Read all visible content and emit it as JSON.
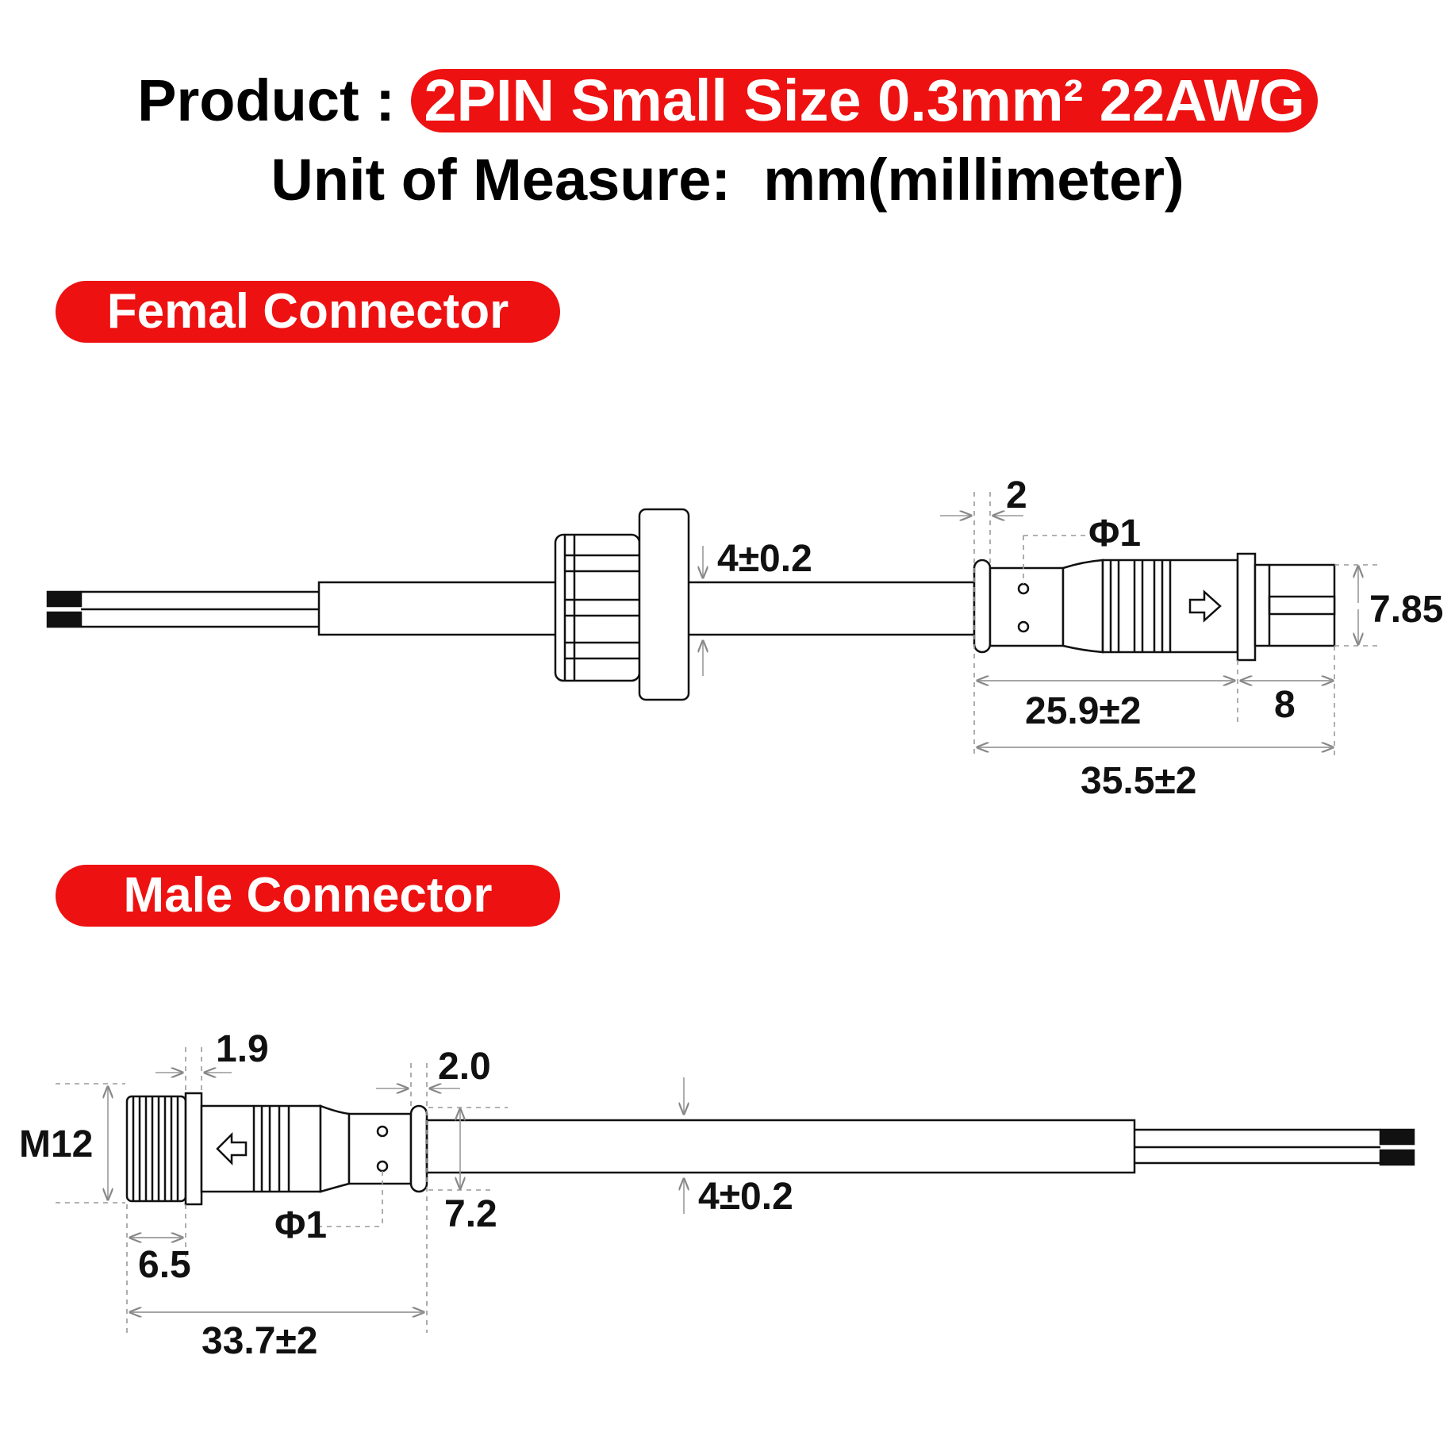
{
  "header": {
    "product_label": "Product :",
    "product_value": "2PIN Small Size  0.3mm² 22AWG",
    "unit_label": "Unit of Measure:",
    "unit_value": "mm(millimeter)"
  },
  "female": {
    "title": "Femal Connector",
    "dims": {
      "cable_diameter": "4±0.2",
      "flange": "2",
      "pin_hole": "Φ1",
      "body_diameter": "7.85",
      "body_length": "25.9±2",
      "tip_length": "8",
      "total_length": "35.5±2"
    }
  },
  "male": {
    "title": "Male Connector",
    "dims": {
      "thread": "M12",
      "nut_flange": "1.9",
      "collar": "2.0",
      "collar_diameter": "7.2",
      "pin_hole": "Φ1",
      "thread_length": "6.5",
      "total_length": "33.7±2",
      "cable_diameter": "4±0.2"
    }
  },
  "colors": {
    "accent": "#ee1111",
    "line": "#111111",
    "dimension": "#999999"
  }
}
